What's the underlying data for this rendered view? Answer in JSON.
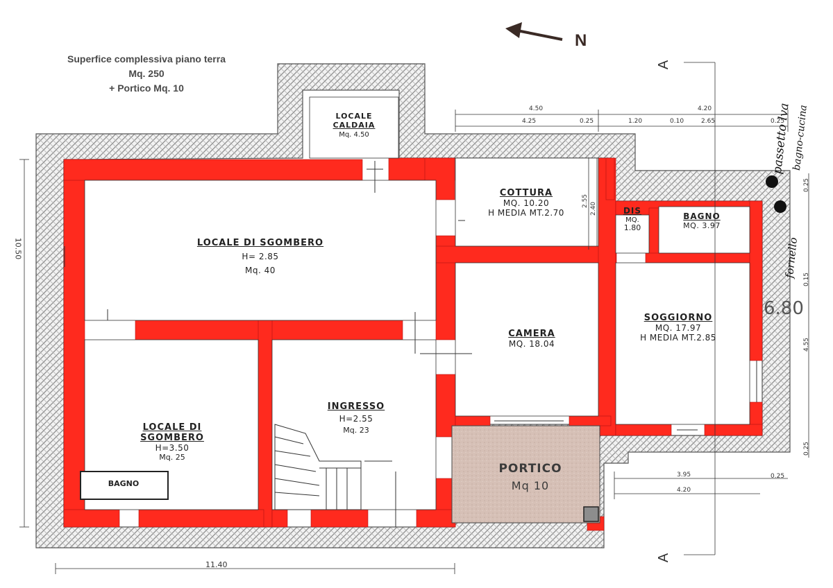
{
  "summary": {
    "line1": "Superfice complessiva piano terra",
    "line2": "Mq. 250",
    "line3": "+ Portico Mq. 10"
  },
  "north_label": "N",
  "section_labels": [
    "A",
    "A"
  ],
  "rooms": {
    "caldaia": {
      "name": "LOCALE CALDAIA",
      "name_l1": "LOCALE",
      "name_l2": "CALDAIA",
      "area": "Mq. 4.50"
    },
    "sgombero_big": {
      "name": "LOCALE DI SGOMBERO",
      "height": "H= 2.85",
      "area": "Mq. 40"
    },
    "cottura": {
      "name": "COTTURA",
      "area": "MQ. 10.20",
      "height": "H MEDIA MT.2.70"
    },
    "dis": {
      "name": "DIS",
      "area_l1": "MQ.",
      "area_l2": "1.80"
    },
    "bagno_top": {
      "name": "BAGNO",
      "area": "MQ. 3.97"
    },
    "camera": {
      "name": "CAMERA",
      "area": "MQ. 18.04"
    },
    "soggiorno": {
      "name": "SOGGIORNO",
      "area": "MQ. 17.97",
      "height": "H MEDIA MT.2.85"
    },
    "ingresso": {
      "name": "INGRESSO",
      "height": "H=2.55",
      "area": "Mq. 23"
    },
    "sgombero_small": {
      "name_l1": "LOCALE DI",
      "name_l2": "SGOMBERO",
      "height": "H=3.50",
      "area": "Mq. 25"
    },
    "bagno_small": {
      "name": "BAGNO"
    },
    "portico": {
      "name": "PORTICO",
      "area": "Mq 10"
    }
  },
  "dimensions": {
    "top_total_left": "4.50",
    "top_total_right": "4.20",
    "top_a": "4.25",
    "top_b": "0.25",
    "top_c": "1.20",
    "top_d": "0.10",
    "top_e": "2.65",
    "top_f": "0.25",
    "left_height": "10.50",
    "bottom_width": "11.40",
    "portico_a": "3.95",
    "portico_b": "0.25",
    "portico_c": "4.20",
    "cottura_h1": "2.55",
    "cottura_h2": "2.40",
    "right_a": "0.25",
    "right_b": "0.15",
    "right_c": "4.55",
    "right_d": "0.25",
    "right_big": "6.80"
  },
  "handwritten_note": {
    "line1": "passetto lva",
    "line2": "bagno-cucina",
    "line3": "fornello"
  },
  "colors": {
    "wall": "#ff2a1e",
    "hatch": "#999999",
    "portico_fill": "#d8c2b8",
    "text": "#222222"
  }
}
